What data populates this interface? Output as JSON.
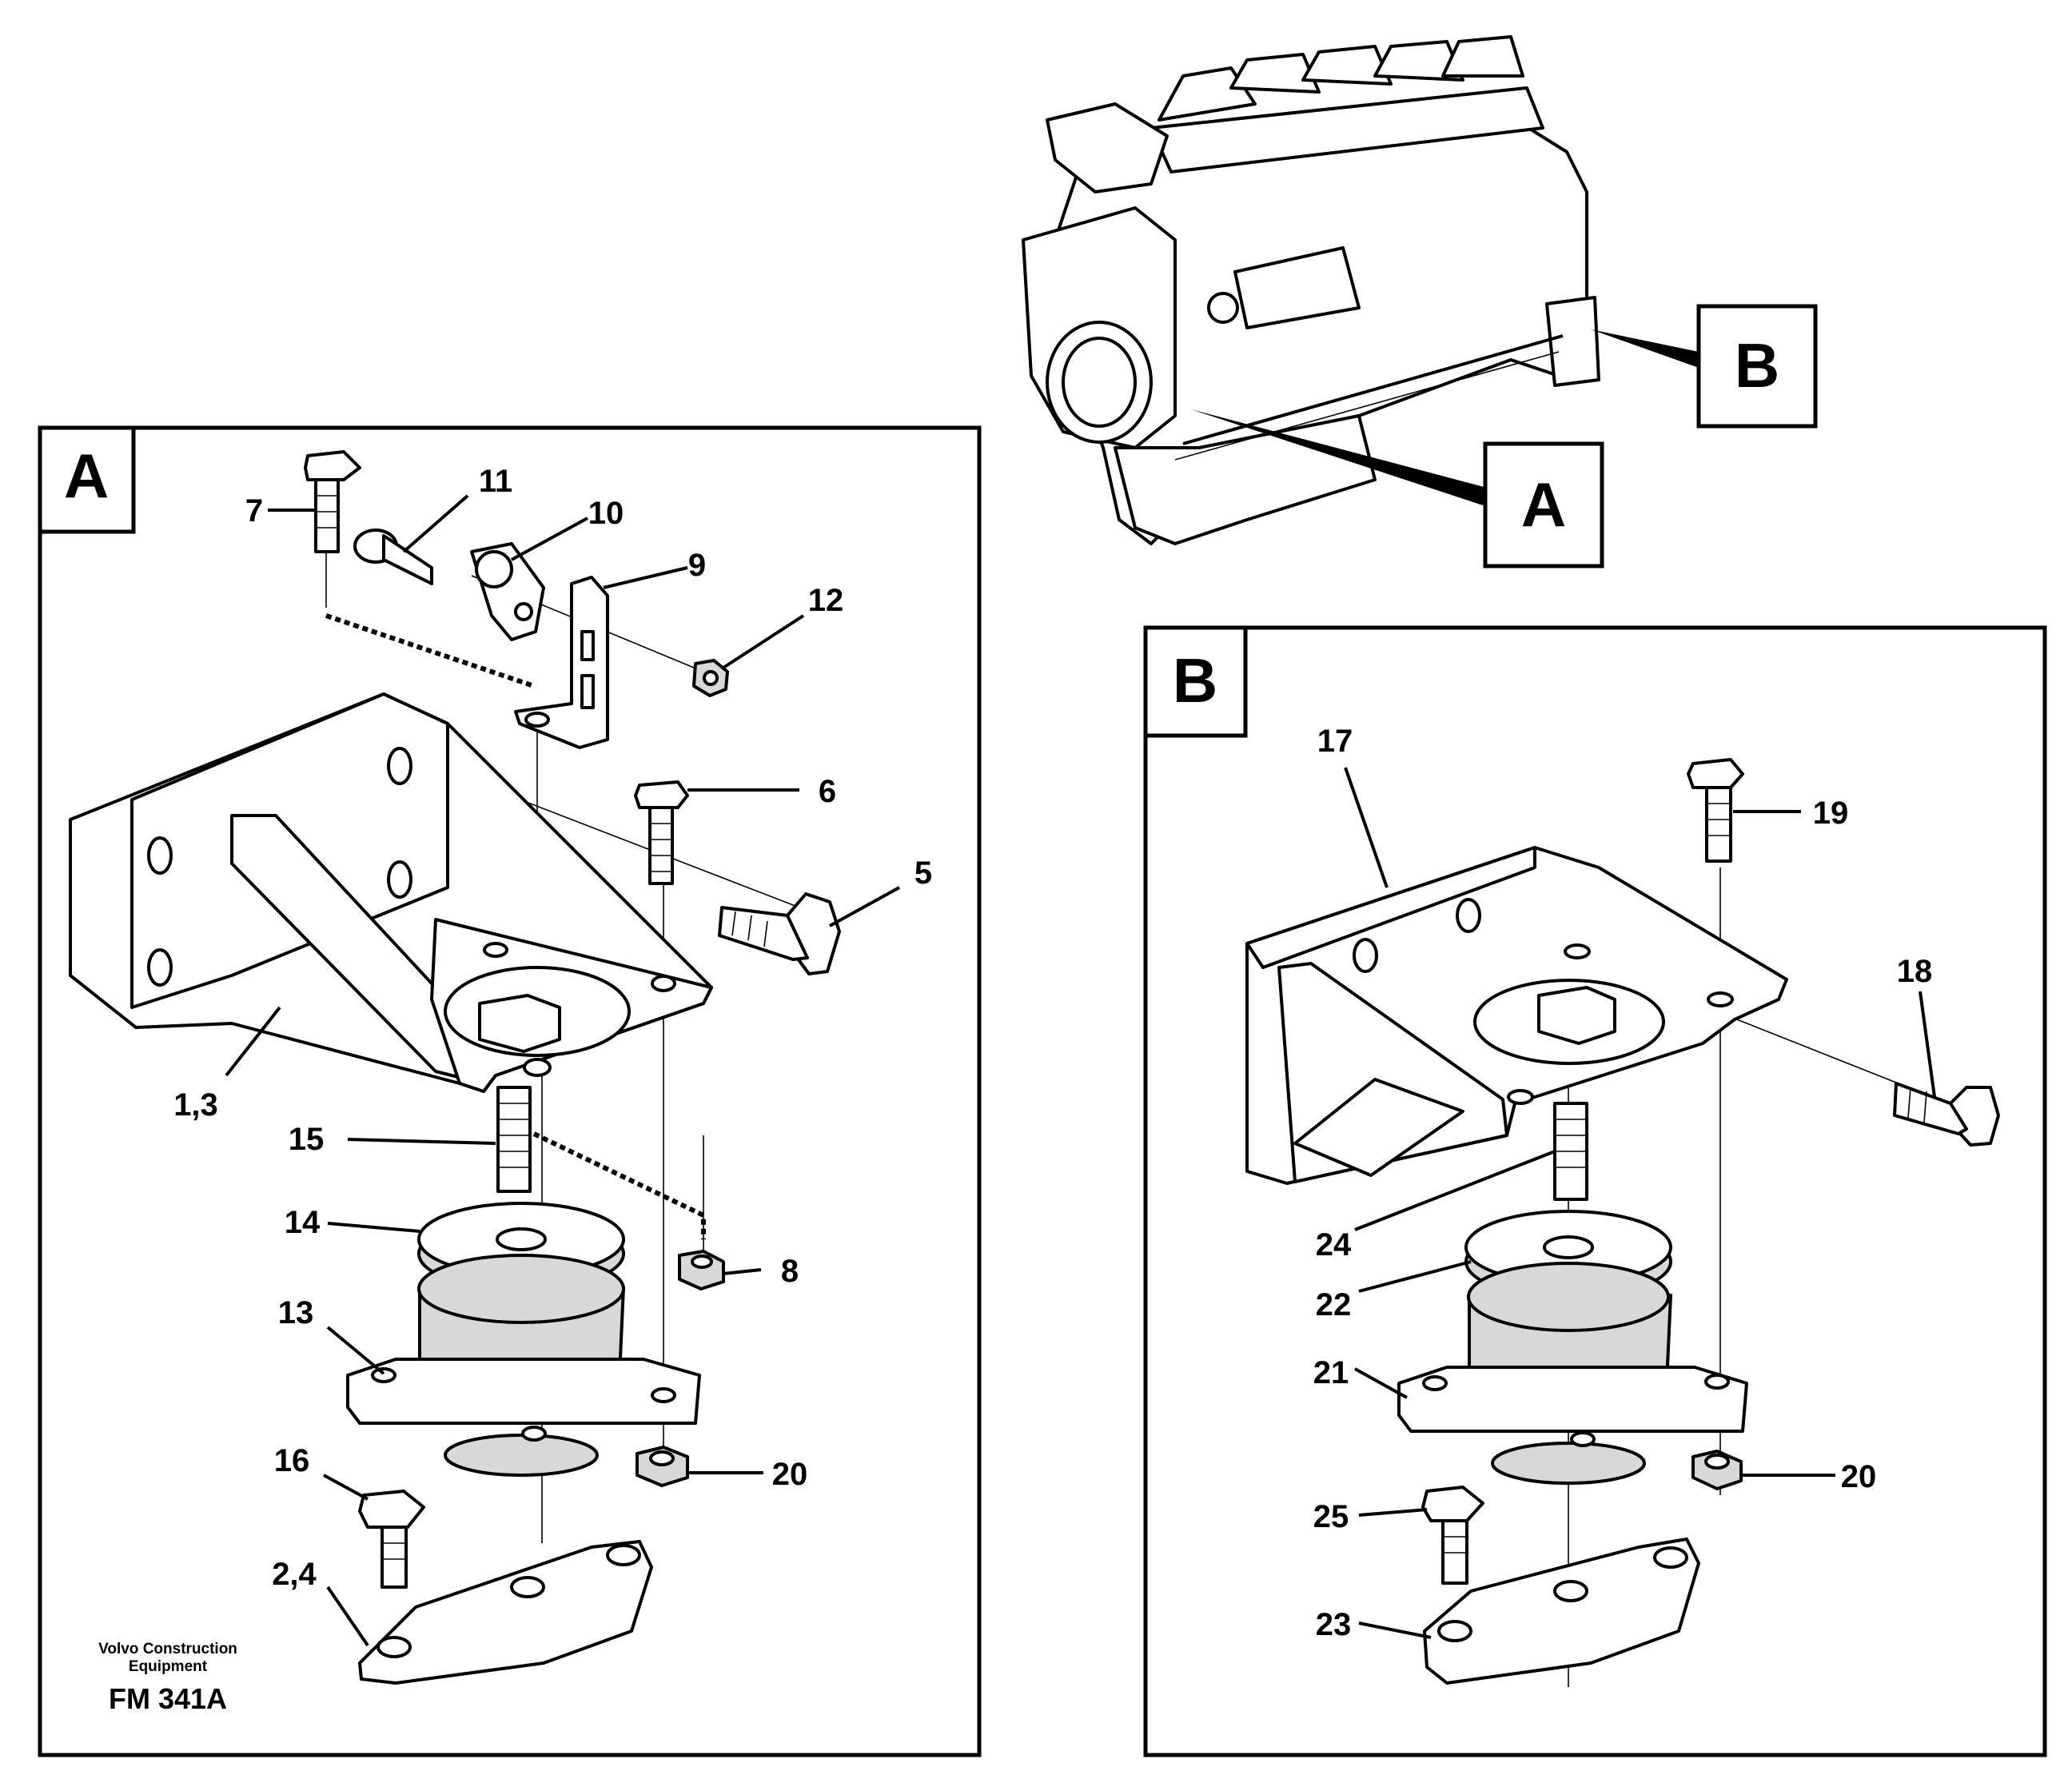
{
  "detail_a": {
    "letter": "A",
    "callouts": {
      "c7": "7",
      "c11": "11",
      "c10": "10",
      "c9": "9",
      "c12": "12",
      "c6": "6",
      "c5": "5",
      "c1_3": "1,3",
      "c15": "15",
      "c14": "14",
      "c8": "8",
      "c13": "13",
      "c16": "16",
      "c20": "20",
      "c2_4": "2,4"
    }
  },
  "detail_b": {
    "letter": "B",
    "callouts": {
      "c17": "17",
      "c19": "19",
      "c18": "18",
      "c24": "24",
      "c22": "22",
      "c21": "21",
      "c20": "20",
      "c25": "25",
      "c23": "23"
    }
  },
  "engine_overview": {
    "ref_a": "A",
    "ref_b": "B"
  },
  "watermark": {
    "company_line1": "Volvo Construction",
    "company_line2": "Equipment",
    "drawing_id": "FM 341A"
  }
}
